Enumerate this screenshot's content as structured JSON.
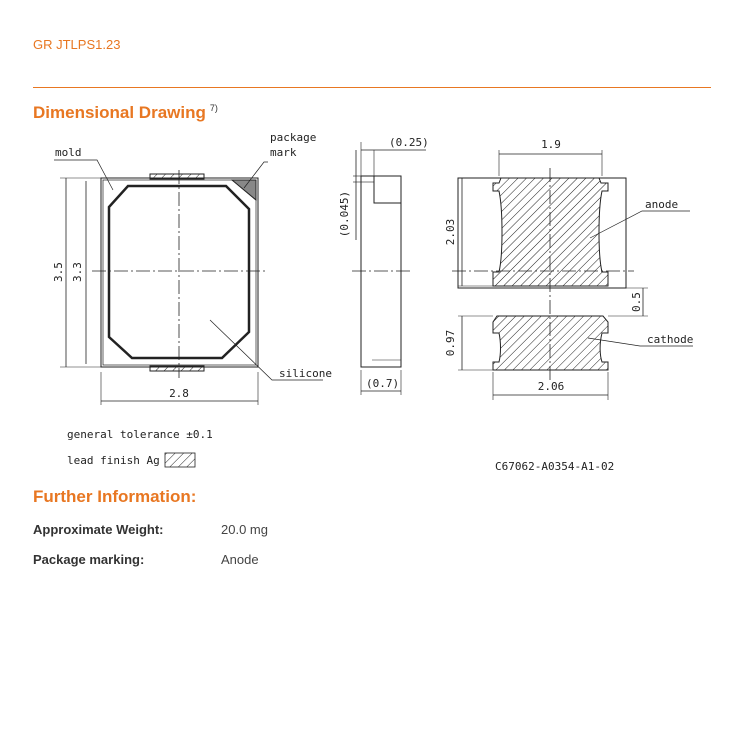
{
  "header": {
    "code": "GR JTLPS1.23"
  },
  "dimensional_drawing": {
    "title": "Dimensional Drawing",
    "footnote": "7)",
    "labels": {
      "mold": "mold",
      "package_mark_1": "package",
      "package_mark_2": "mark",
      "silicone": "silicone",
      "anode": "anode",
      "cathode": "cathode"
    },
    "dims": {
      "d35": "3.5",
      "d33": "3.3",
      "d28": "2.8",
      "d025": "(0.25)",
      "d0045": "(0.045)",
      "d07": "(0.7)",
      "d19": "1.9",
      "d203": "2.03",
      "d05": "0.5",
      "d097": "0.97",
      "d206": "2.06"
    },
    "general_tolerance": "general tolerance ±0.1",
    "lead_finish": "lead finish Ag",
    "drawing_id": "C67062-A0354-A1-02"
  },
  "further_information": {
    "title": "Further Information:",
    "weight_label": "Approximate Weight:",
    "weight_value": "20.0 mg",
    "marking_label": "Package marking:",
    "marking_value": "Anode"
  }
}
